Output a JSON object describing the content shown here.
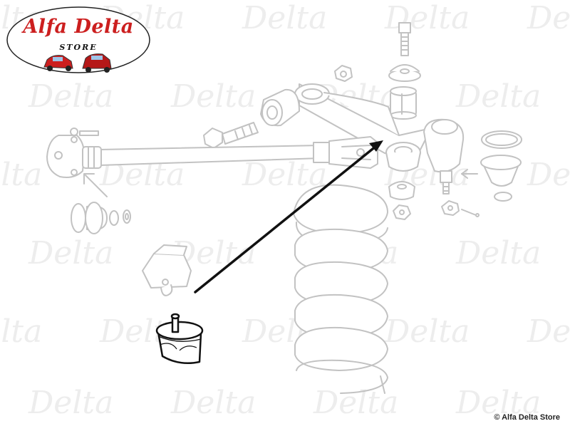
{
  "brand": {
    "name": "Alfa Delta",
    "tagline": "STORE"
  },
  "watermark": {
    "text": "Delta"
  },
  "copyright": "© Alfa Delta Store",
  "colors": {
    "brand_red": "#cc1f1f",
    "faded_line": "#c2c2c2",
    "highlight_line": "#111111",
    "watermark": "#ececec"
  }
}
